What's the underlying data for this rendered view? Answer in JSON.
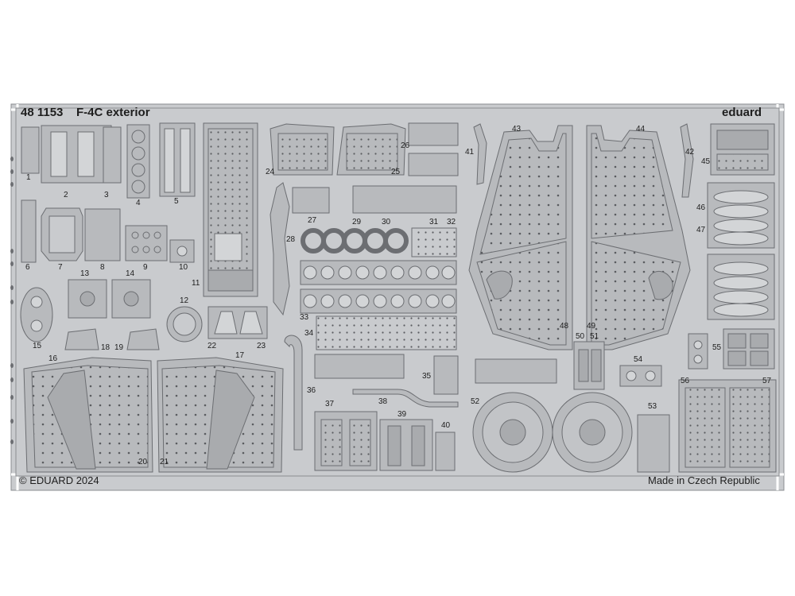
{
  "header": {
    "catalog_number": "48 1153",
    "title": "F-4C exterior",
    "brand": "eduard"
  },
  "footer": {
    "copyright": "© EDUARD 2024",
    "origin": "Made in Czech Republic"
  },
  "part_numbers": [
    "1",
    "2",
    "3",
    "4",
    "5",
    "6",
    "7",
    "8",
    "9",
    "10",
    "11",
    "12",
    "13",
    "14",
    "15",
    "16",
    "17",
    "18",
    "19",
    "20",
    "21",
    "22",
    "23",
    "24",
    "25",
    "26",
    "27",
    "28",
    "29",
    "30",
    "31",
    "32",
    "33",
    "34",
    "35",
    "36",
    "37",
    "38",
    "39",
    "40",
    "41",
    "42",
    "43",
    "44",
    "45",
    "46",
    "47",
    "48",
    "49",
    "50",
    "51",
    "52",
    "53",
    "54",
    "55",
    "56",
    "57"
  ],
  "colors": {
    "fret": "#c9cbce",
    "part": "#b8babd",
    "outline": "#6c6e72",
    "rivet": "#5a5c60",
    "text": "#1e1e1e"
  }
}
